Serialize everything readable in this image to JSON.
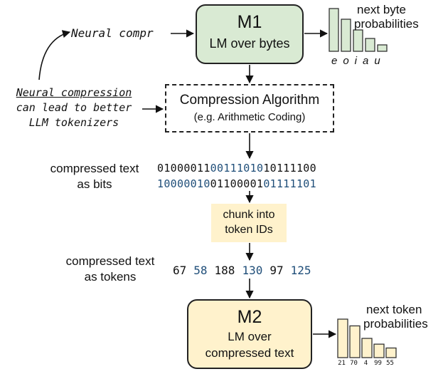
{
  "m1": {
    "title": "M1",
    "subtitle": "LM over bytes"
  },
  "next_byte": {
    "line1": "next byte",
    "line2": "probabilities",
    "letters": "eoiau",
    "values": [
      4,
      3,
      2,
      1.2,
      0.6
    ]
  },
  "input_text": "Neural compr",
  "side_note": {
    "line1": "Neural compression",
    "line2": "can lead to better",
    "line3": "LLM tokenizers"
  },
  "compression": {
    "title": "Compression Algorithm",
    "subtitle": "(e.g. Arithmetic Coding)"
  },
  "bits_label": {
    "line1": "compressed text",
    "line2": "as bits"
  },
  "bits_row1": [
    {
      "text": "01000011",
      "highlight": false
    },
    {
      "text": "00111010",
      "highlight": true
    },
    {
      "text": "10111100",
      "highlight": false
    }
  ],
  "bits_row2": [
    {
      "text": "10000010",
      "highlight": true
    },
    {
      "text": "01100001",
      "highlight": false
    },
    {
      "text": "01111101",
      "highlight": true
    }
  ],
  "chunk": {
    "line1": "chunk into",
    "line2": "token IDs"
  },
  "tokens_label": {
    "line1": "compressed text",
    "line2": "as tokens"
  },
  "tokens": [
    {
      "text": "67",
      "highlight": false
    },
    {
      "text": "58",
      "highlight": true
    },
    {
      "text": "188",
      "highlight": false
    },
    {
      "text": "130",
      "highlight": true
    },
    {
      "text": "97",
      "highlight": false
    },
    {
      "text": "125",
      "highlight": true
    }
  ],
  "m2": {
    "title": "M2",
    "line1": "LM over",
    "line2": "compressed text"
  },
  "next_token": {
    "line1": "next token",
    "line2": "probabilities",
    "labels": [
      "21",
      "70",
      "4",
      "99",
      "55"
    ],
    "values": [
      4,
      3.3,
      2,
      1.4,
      1
    ]
  },
  "colors": {
    "m1_fill": "#d9ead3",
    "m2_fill": "#fff2cc",
    "highlight": "#1f4e79"
  }
}
